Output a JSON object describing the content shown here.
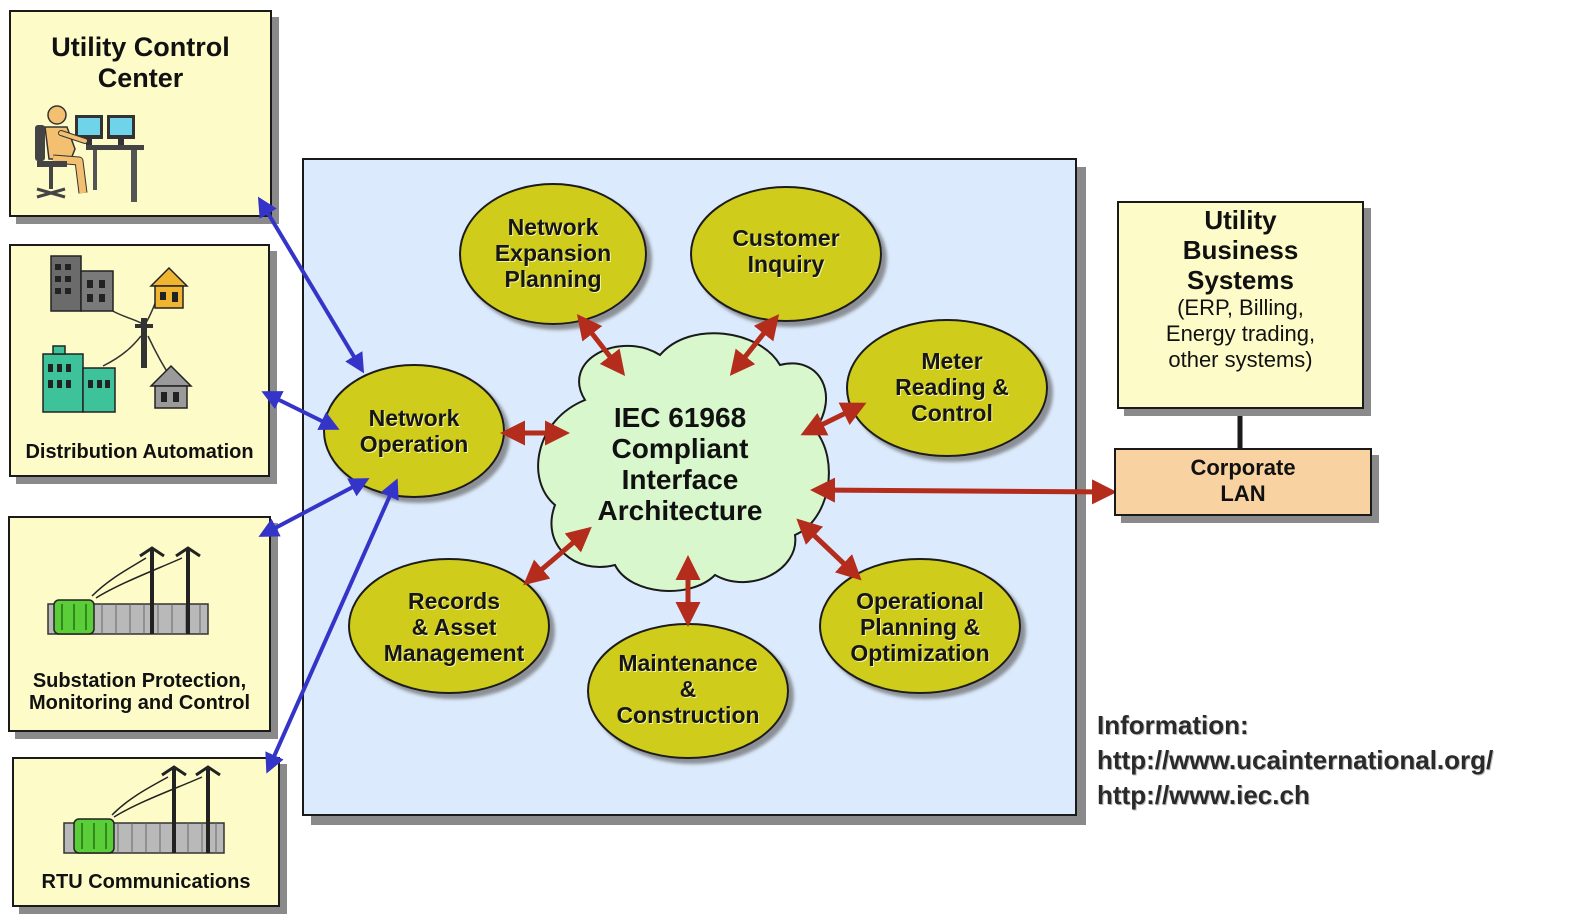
{
  "panels": {
    "control_center": {
      "title_line1": "Utility Control",
      "title_line2": "Center"
    },
    "distribution": {
      "caption": "Distribution Automation"
    },
    "substation": {
      "caption_line1": "Substation Protection,",
      "caption_line2": "Monitoring and Control"
    },
    "rtu": {
      "caption": "RTU Communications"
    },
    "business": {
      "title_line1": "Utility",
      "title_line2": "Business",
      "title_line3": "Systems",
      "detail_line1": "(ERP, Billing,",
      "detail_line2": "Energy trading,",
      "detail_line3": "other systems)"
    }
  },
  "cloud": {
    "line1": "IEC 61968",
    "line2": "Compliant",
    "line3": "Interface",
    "line4": "Architecture"
  },
  "ovals": {
    "network_operation": {
      "line1": "Network",
      "line2": "Operation"
    },
    "network_expansion": {
      "line1": "Network",
      "line2": "Expansion",
      "line3": "Planning"
    },
    "customer_inquiry": {
      "line1": "Customer",
      "line2": "Inquiry"
    },
    "meter_reading": {
      "line1": "Meter",
      "line2": "Reading &",
      "line3": "Control"
    },
    "records_asset": {
      "line1": "Records",
      "line2": "& Asset",
      "line3": "Management"
    },
    "maintenance": {
      "line1": "Maintenance",
      "line2": "&",
      "line3": "Construction"
    },
    "operational_planning": {
      "line1": "Operational",
      "line2": "Planning &",
      "line3": "Optimization"
    }
  },
  "lan": {
    "line1": "Corporate",
    "line2": "LAN"
  },
  "info": {
    "heading": "Information:",
    "link1": "http://www.ucainternational.org/",
    "link2": "http://www.iec.ch"
  },
  "colors": {
    "panel_fill": "#fdfcc8",
    "main_fill": "#dbeafc",
    "oval_fill": "#cfcc1c",
    "cloud_fill": "#d8f7cc",
    "lan_fill": "#f8d2a0",
    "blue_arrow": "#3434c8",
    "red_arrow": "#b42c1c"
  },
  "icons": {
    "operator": "operator-workstation-icon",
    "buildings": "buildings-icon",
    "substation": "substation-icon",
    "rtu": "rtu-icon"
  }
}
